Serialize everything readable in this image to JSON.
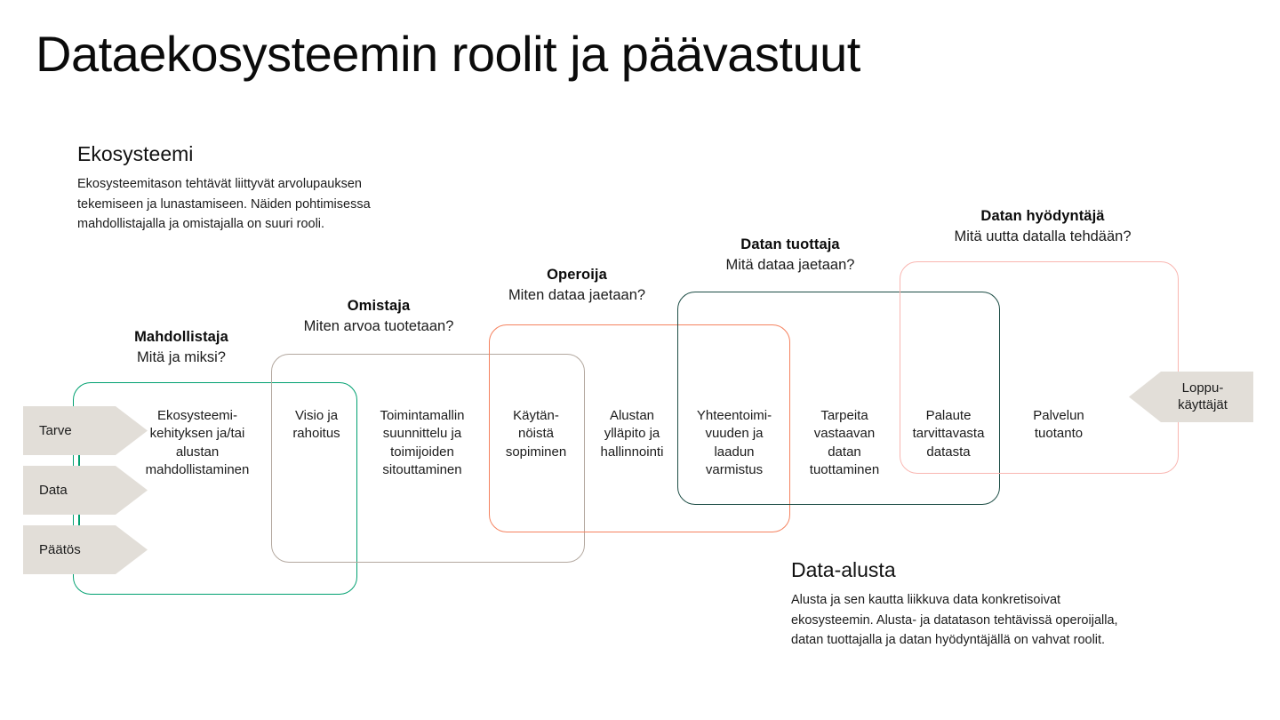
{
  "title": "Dataekosysteemin roolit ja päävastuut",
  "sections": {
    "ecosystem": {
      "heading": "Ekosysteemi",
      "body": "Ekosysteemitason tehtävät liittyvät arvolupauksen\ntekemiseen ja lunastamiseen. Näiden pohtimisessa\nmahdollistajalla ja omistajalla on suuri rooli."
    },
    "platform": {
      "heading": "Data-alusta",
      "body": "Alusta ja sen kautta liikkuva data konkretisoivat\nekosysteemin. Alusta- ja datatason tehtävissä operoijalla,\ndatan tuottajalla ja datan hyödyntäjällä on vahvat roolit."
    }
  },
  "roles": [
    {
      "id": "mahdollistaja",
      "name": "Mahdollistaja",
      "question": "Mitä ja miksi?",
      "color": "#00a070"
    },
    {
      "id": "omistaja",
      "name": "Omistaja",
      "question": "Miten arvoa tuotetaan?",
      "color": "#b3a89f"
    },
    {
      "id": "operoija",
      "name": "Operoija",
      "question": "Miten dataa jaetaan?",
      "color": "#f5825f"
    },
    {
      "id": "datan-tuottaja",
      "name": "Datan tuottaja",
      "question": "Mitä dataa jaetaan?",
      "color": "#1d4d45"
    },
    {
      "id": "datan-hyodyntaja",
      "name": "Datan hyödyntäjä",
      "question": "Mitä uutta datalla tehdään?",
      "color": "#f9b6b1"
    }
  ],
  "inputs": [
    {
      "id": "tarve",
      "label": "Tarve"
    },
    {
      "id": "data",
      "label": "Data"
    },
    {
      "id": "paatos",
      "label": "Päätös"
    }
  ],
  "output": {
    "id": "loppukayttajat",
    "label": "Loppu-\nkäyttäjät"
  },
  "tasks": [
    {
      "id": "task-1",
      "text": "Ekosysteemi-\nkehityksen ja/tai\nalustan\nmahdollistaminen"
    },
    {
      "id": "task-2",
      "text": "Visio ja\nrahoitus"
    },
    {
      "id": "task-3",
      "text": "Toimintamallin\nsuunnittelu ja\ntoimijoiden\nsitouttaminen"
    },
    {
      "id": "task-4",
      "text": "Käytän-\nnöistä\nsopiminen"
    },
    {
      "id": "task-5",
      "text": "Alustan\nylläpito ja\nhallinnointi"
    },
    {
      "id": "task-6",
      "text": "Yhteentoimi-\nvuuden ja\nlaadun\nvarmistus"
    },
    {
      "id": "task-7",
      "text": "Tarpeita\nvastaavan\ndatan\ntuottaminen"
    },
    {
      "id": "task-8",
      "text": "Palaute\ntarvittavasta\ndatasta"
    },
    {
      "id": "task-9",
      "text": "Palvelun\ntuotanto"
    }
  ],
  "palette": {
    "arrow_fill": "#e2ded8",
    "background": "#ffffff",
    "text": "#111111"
  }
}
